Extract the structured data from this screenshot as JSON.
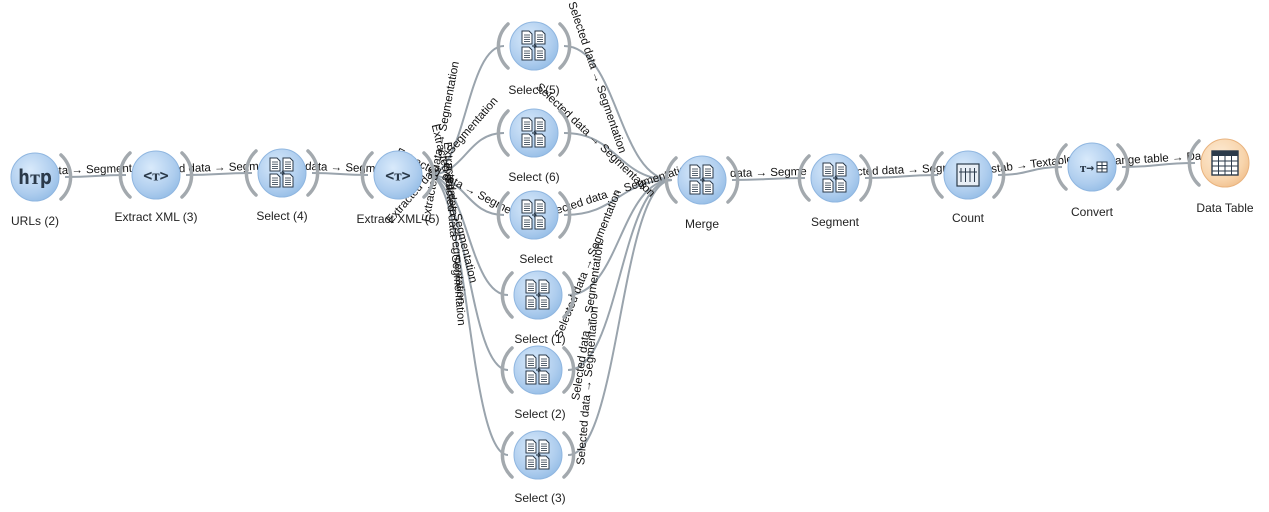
{
  "nodes": [
    {
      "id": "urls",
      "label": "URLs (2)",
      "icon": "http-icon",
      "glyph": "hᴛp"
    },
    {
      "id": "xml3",
      "label": "Extract XML (3)",
      "icon": "xml-tag-icon",
      "glyph": "<ᴛ>"
    },
    {
      "id": "sel4",
      "label": "Select (4)",
      "icon": "select-documents-icon"
    },
    {
      "id": "xml5",
      "label": "Extract XML (5)",
      "icon": "xml-tag-icon",
      "glyph": "<ᴛ>"
    },
    {
      "id": "sel5",
      "label": "Select (5)",
      "icon": "select-documents-icon"
    },
    {
      "id": "sel6",
      "label": "Select (6)",
      "icon": "select-documents-icon"
    },
    {
      "id": "sel",
      "label": "Select",
      "icon": "select-documents-icon"
    },
    {
      "id": "sel1",
      "label": "Select (1)",
      "icon": "select-documents-icon"
    },
    {
      "id": "sel2",
      "label": "Select (2)",
      "icon": "select-documents-icon"
    },
    {
      "id": "sel3",
      "label": "Select (3)",
      "icon": "select-documents-icon"
    },
    {
      "id": "merge",
      "label": "Merge",
      "icon": "merge-documents-icon"
    },
    {
      "id": "segment",
      "label": "Segment",
      "icon": "segment-documents-icon"
    },
    {
      "id": "count",
      "label": "Count",
      "icon": "count-table-icon"
    },
    {
      "id": "convert",
      "label": "Convert",
      "icon": "convert-table-icon",
      "glyph": "ᴛ→"
    },
    {
      "id": "datatable",
      "label": "Data Table",
      "icon": "data-table-icon",
      "accent": "#f8d9b4"
    }
  ],
  "links": [
    {
      "from": "urls",
      "to": "xml3",
      "label": "ata → Segmenta"
    },
    {
      "from": "xml3",
      "to": "sel4",
      "label": "d data → Segm"
    },
    {
      "from": "sel4",
      "to": "xml5",
      "label": "data → Segm"
    },
    {
      "from": "xml5",
      "to": "sel5",
      "label": "Extracted data → Segmentation"
    },
    {
      "from": "xml5",
      "to": "sel6",
      "label": "Extracted data → Segmentation"
    },
    {
      "from": "xml5",
      "to": "sel",
      "label": "Extracted data → Segmentation"
    },
    {
      "from": "xml5",
      "to": "sel1",
      "label": "Extracted data → Segmentation"
    },
    {
      "from": "xml5",
      "to": "sel2",
      "label": "Extracted data → Segmentation"
    },
    {
      "from": "xml5",
      "to": "sel3",
      "label": "Extracted data → Segmentation"
    },
    {
      "from": "sel5",
      "to": "merge",
      "label": "Selected data → Segmentation"
    },
    {
      "from": "sel6",
      "to": "merge",
      "label": "Selected data → Segmentation"
    },
    {
      "from": "sel",
      "to": "merge",
      "label": "Selected data → Segmentation"
    },
    {
      "from": "sel1",
      "to": "merge",
      "label": "Selected data → Segmentation"
    },
    {
      "from": "sel2",
      "to": "merge",
      "label": "Selected data → Segmentation"
    },
    {
      "from": "sel3",
      "to": "merge",
      "label": "Selected data → Segmentation"
    },
    {
      "from": "merge",
      "to": "segment",
      "label": "data → Segme"
    },
    {
      "from": "segment",
      "to": "count",
      "label": "ected data → Segm"
    },
    {
      "from": "count",
      "to": "convert",
      "label": "sstab → Textable"
    },
    {
      "from": "convert",
      "to": "datatable",
      "label": "ange table → Da"
    }
  ],
  "colors": {
    "node_fill": "#b9d6f2",
    "node_fill_output": "#f8d9b4",
    "link": "#9aa4ad",
    "bracket": "#a3a9ae"
  }
}
